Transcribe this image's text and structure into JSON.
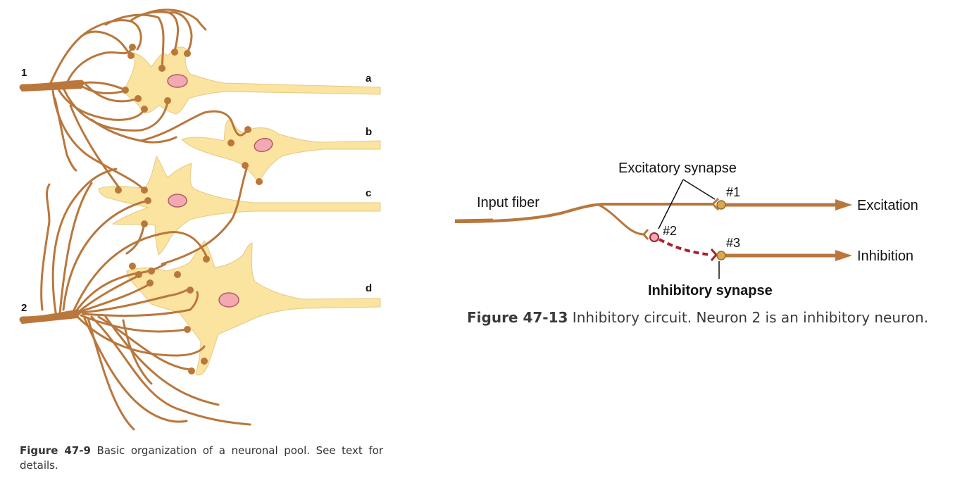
{
  "left_figure": {
    "input_labels": [
      "1",
      "2"
    ],
    "output_labels": [
      "a",
      "b",
      "c",
      "d"
    ],
    "caption_number": "Figure 47-9",
    "caption_text": "Basic organization of a neuronal pool. See text for details."
  },
  "right_figure": {
    "input_label": "Input fiber",
    "excitatory_label": "Excitatory synapse",
    "inhibitory_label": "Inhibitory synapse",
    "synapse_labels": [
      "#1",
      "#2",
      "#3"
    ],
    "output_labels": [
      "Excitation",
      "Inhibition"
    ],
    "caption_number": "Figure 47-13",
    "caption_text": "Inhibitory circuit. Neuron 2 is an inhibitory neuron."
  },
  "colors": {
    "fiber": "#b9773c",
    "soma": "#fbe3a0",
    "nucleus": "#f2a9b1",
    "inhibitory": "#a3232f",
    "terminal": "#d9a84e"
  }
}
